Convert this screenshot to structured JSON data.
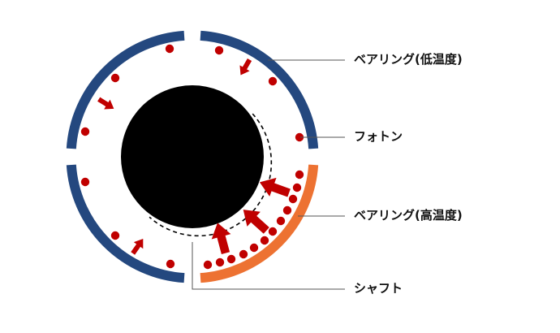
{
  "labels": {
    "bearing_low": "ベアリング(低温度)",
    "photon": "フォトン",
    "bearing_high": "ベアリング(高温度)",
    "shaft": "シャフト"
  },
  "colors": {
    "bearing_low": "#24487f",
    "bearing_high": "#ed7232",
    "photon": "#c00000",
    "shaft": "#000000",
    "leader": "#555555"
  }
}
